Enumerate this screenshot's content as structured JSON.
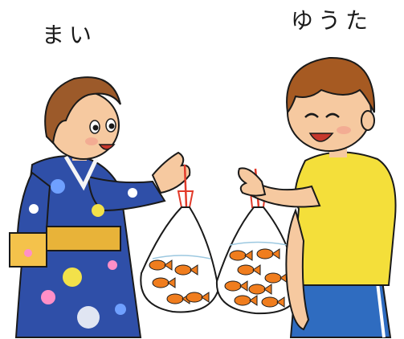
{
  "labels": {
    "left_name": "まい",
    "right_name": "ゆうた"
  },
  "colors": {
    "kimono": "#2f4fa8",
    "kimono_dark": "#1f3477",
    "obi": "#e8b339",
    "shirt": "#f4df3a",
    "shorts": "#2f6cc0",
    "skin": "#f6c9a0",
    "hair_girl": "#9c5a2a",
    "hair_boy": "#a65a22",
    "goldfish": "#f07d1e",
    "string": "#e23a2a"
  },
  "goldfish_counts": {
    "left_bag": 5,
    "right_bag": 8
  }
}
